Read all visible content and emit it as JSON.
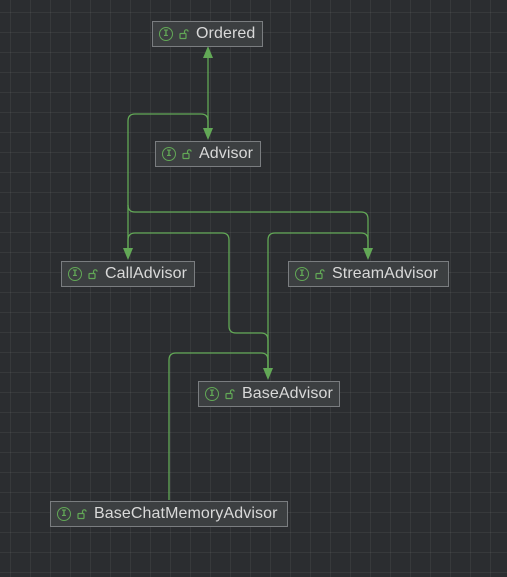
{
  "diagram": {
    "colors": {
      "background": "#2b2d30",
      "edge": "#62a856",
      "node_fill": "#3c3f41",
      "node_border": "#7a7d80",
      "text": "#d9d9d9"
    },
    "nodes": [
      {
        "id": "ordered",
        "label": "Ordered",
        "kind_icon": "interface-icon",
        "visibility_icon": "public-icon"
      },
      {
        "id": "advisor",
        "label": "Advisor",
        "kind_icon": "interface-icon",
        "visibility_icon": "public-icon"
      },
      {
        "id": "calladvisor",
        "label": "CallAdvisor",
        "kind_icon": "interface-icon",
        "visibility_icon": "public-icon"
      },
      {
        "id": "streamadvisor",
        "label": "StreamAdvisor",
        "kind_icon": "interface-icon",
        "visibility_icon": "public-icon"
      },
      {
        "id": "baseadvisor",
        "label": "BaseAdvisor",
        "kind_icon": "interface-icon",
        "visibility_icon": "public-icon"
      },
      {
        "id": "basechatmemoryadvisor",
        "label": "BaseChatMemoryAdvisor",
        "kind_icon": "interface-icon",
        "visibility_icon": "public-icon"
      }
    ],
    "edges": [
      {
        "from": "advisor",
        "to": "ordered",
        "type": "extends"
      },
      {
        "from": "calladvisor",
        "to": "advisor",
        "type": "extends"
      },
      {
        "from": "streamadvisor",
        "to": "advisor",
        "type": "extends"
      },
      {
        "from": "baseadvisor",
        "to": "calladvisor",
        "type": "extends"
      },
      {
        "from": "baseadvisor",
        "to": "streamadvisor",
        "type": "extends"
      },
      {
        "from": "basechatmemoryadvisor",
        "to": "baseadvisor",
        "type": "extends"
      }
    ],
    "kind_icon_glyph": "I"
  }
}
